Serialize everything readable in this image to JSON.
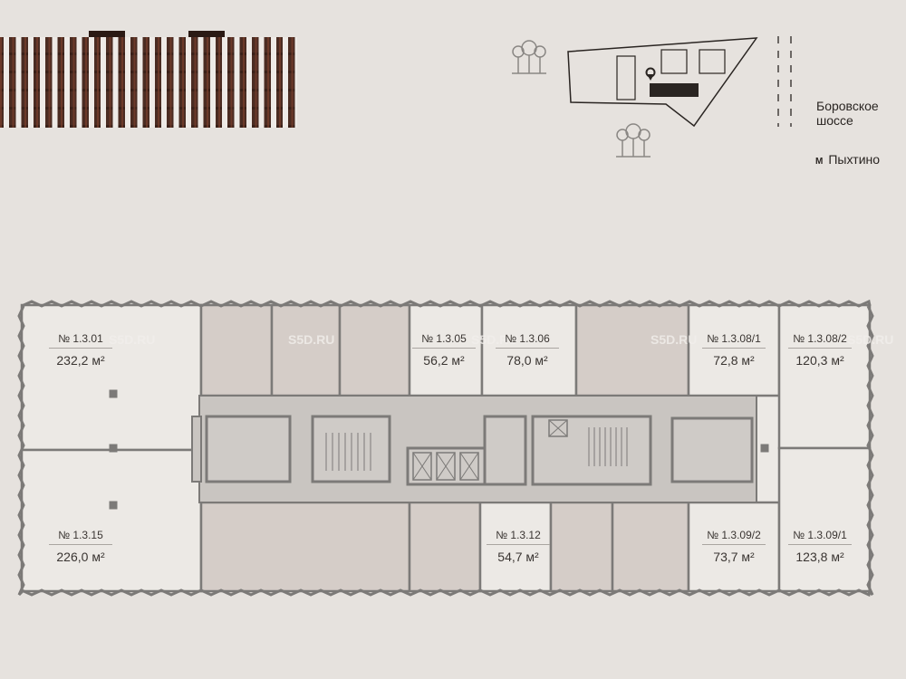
{
  "map": {
    "road_label_line1": "Боровское",
    "road_label_line2": "шоссе",
    "metro_icon": "М",
    "metro_label": "Пыхтино"
  },
  "watermark": "S5D.RU",
  "units": [
    {
      "id": "1.3.01",
      "number": "№ 1.3.01",
      "area": "232,2 м²"
    },
    {
      "id": "1.3.05",
      "number": "№ 1.3.05",
      "area": "56,2 м²"
    },
    {
      "id": "1.3.06",
      "number": "№ 1.3.06",
      "area": "78,0 м²"
    },
    {
      "id": "1.3.08-1",
      "number": "№ 1.3.08/1",
      "area": "72,8 м²"
    },
    {
      "id": "1.3.08-2",
      "number": "№ 1.3.08/2",
      "area": "120,3 м²"
    },
    {
      "id": "1.3.15",
      "number": "№ 1.3.15",
      "area": "226,0 м²"
    },
    {
      "id": "1.3.12",
      "number": "№ 1.3.12",
      "area": "54,7 м²"
    },
    {
      "id": "1.3.09-2",
      "number": "№ 1.3.09/2",
      "area": "73,7 м²"
    },
    {
      "id": "1.3.09-1",
      "number": "№ 1.3.09/1",
      "area": "123,8 м²"
    }
  ],
  "colors": {
    "available": "#ece9e5",
    "unavailable": "#d5cdc8",
    "core": "#c9c5c1",
    "wall": "#7c7a78"
  }
}
